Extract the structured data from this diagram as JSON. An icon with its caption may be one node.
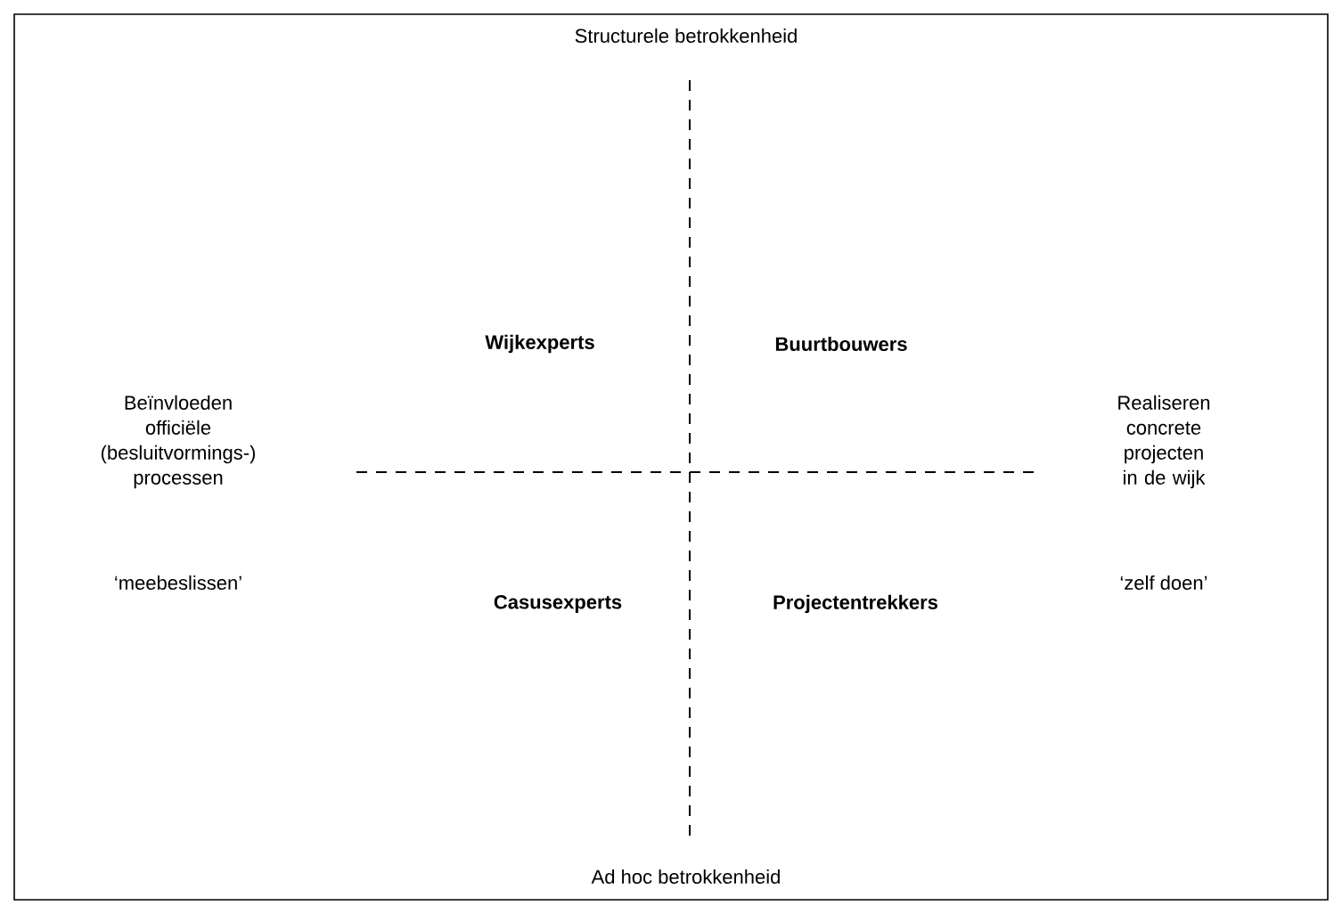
{
  "diagram": {
    "labels": [
      "Structurele betrokkenheid",
      "Beïnvloeden officiële (besluitvormings-) processen",
      "Wijkexperts",
      "Buurtbouwers",
      "Realiseren concrete projecten in de wijk",
      "‘meebeslissen’",
      "Casusexperts",
      "Projectentrekkers",
      "‘zelf doen’",
      "Ad hoc betrokkenheid"
    ]
  }
}
